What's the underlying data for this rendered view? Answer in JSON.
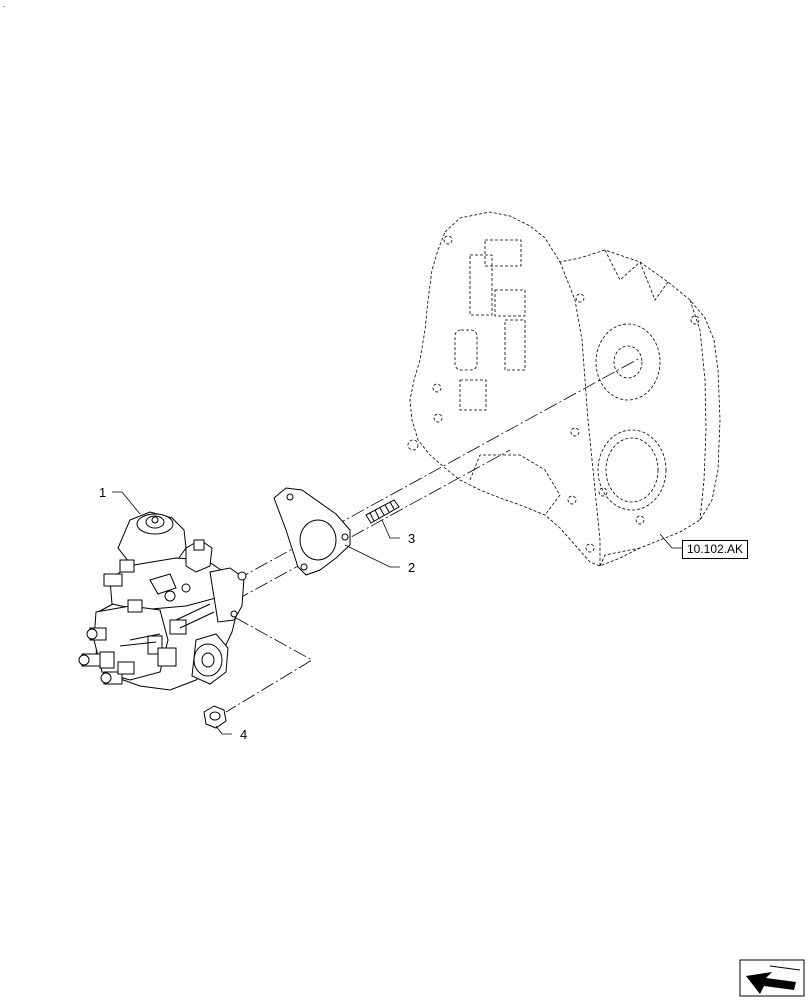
{
  "corner_mark": ".",
  "callouts": {
    "c1": "1",
    "c2": "2",
    "c3": "3",
    "c4": "4"
  },
  "reference": {
    "label": "10.102.AK"
  },
  "icons": {
    "nav": "arrow-nav-icon"
  },
  "colors": {
    "line": "#000000",
    "background": "#ffffff"
  }
}
